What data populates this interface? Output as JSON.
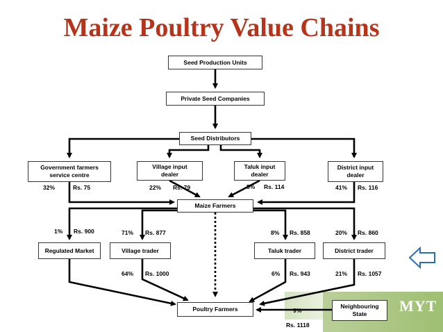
{
  "title": "Maize Poultry Value Chains",
  "logo_text": "MYT",
  "nodes": {
    "seed_production": "Seed Production Units",
    "private_seed": "Private Seed Companies",
    "seed_distributors": "Seed Distributors",
    "gov_farmers_1": "Government farmers",
    "gov_farmers_2": "service centre",
    "village_input_1": "Village input",
    "village_input_2": "dealer",
    "taluk_input_1": "Taluk input",
    "taluk_input_2": "dealer",
    "district_input_1": "District input",
    "district_input_2": "dealer",
    "maize_farmers": "Maize Farmers",
    "regulated_market": "Regulated Market",
    "village_trader": "Village trader",
    "taluk_trader": "Taluk trader",
    "district_trader": "District trader",
    "poultry_farmers": "Poultry Farmers",
    "neighbouring_1": "Neighbouring",
    "neighbouring_2": "State"
  },
  "labels": {
    "gov_pct": "32%",
    "gov_price": "Rs. 75",
    "village_in_pct": "22%",
    "village_in_price": "Rs. 79",
    "taluk_in_pct": "5%",
    "taluk_in_price": "Rs. 114",
    "district_in_pct": "41%",
    "district_in_price": "Rs. 116",
    "reg_pct": "1%",
    "reg_price": "Rs. 900",
    "vt_pct": "71%",
    "vt_price": "Rs. 877",
    "tt_pct": "8%",
    "tt_price": "Rs. 858",
    "dt_pct": "20%",
    "dt_price": "Rs. 860",
    "vt_out_pct": "64%",
    "vt_out_price": "Rs. 1000",
    "tt_out_pct": "6%",
    "tt_out_price": "Rs. 943",
    "dt_out_pct": "21%",
    "dt_out_price": "Rs. 1057",
    "ns_pct": "9%",
    "ns_price": "Rs. 1118"
  },
  "colors": {
    "title": "#b5341a",
    "line": "#000000",
    "nav_arrow": "#2a6db5"
  },
  "icons": {
    "nav": "left-arrow-icon"
  }
}
